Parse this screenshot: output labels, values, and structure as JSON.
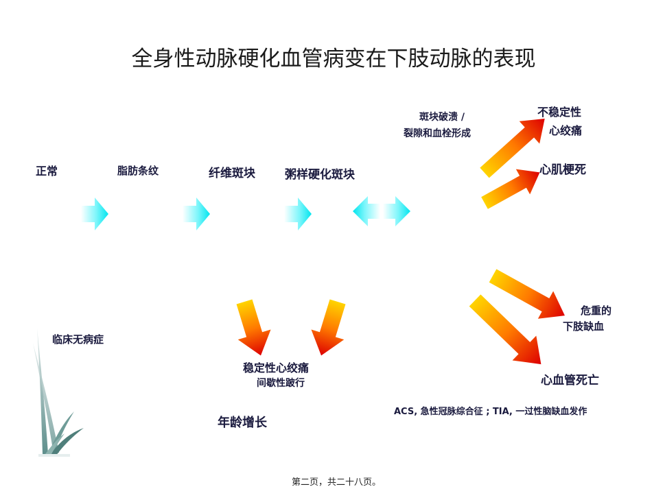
{
  "title": "全身性动脉硬化血管病变在下肢动脉的表现",
  "stages": {
    "normal": "正常",
    "fatty_streak": "脂肪条纹",
    "fibrous_plaque": "纤维斑块",
    "atherosclerotic_plaque": "粥样硬化斑块"
  },
  "rupture": {
    "line1": "斑块破溃 /",
    "line2": "裂隙和血栓形成"
  },
  "outcomes": {
    "unstable_angina_1": "不稳定性",
    "unstable_angina_2": "心绞痛",
    "mi": "心肌梗死",
    "critical_limb_1": "危重的",
    "critical_limb_2": "下肢缺血",
    "cv_death": "心血管死亡"
  },
  "labels": {
    "asymptomatic": "临床无病症",
    "stable_1": "稳定性心绞痛",
    "stable_2": "间歇性跛行",
    "age": "年龄增长",
    "abbrev": "ACS, 急性冠脉综合征 ; TIA, 一过性脑缺血发作"
  },
  "footer": "第二页，共二十八页。",
  "colors": {
    "cyan_arrow": "#00e5ee",
    "warm_start": "#ffd400",
    "warm_end": "#dd0000",
    "text": "#1a1a3e"
  }
}
